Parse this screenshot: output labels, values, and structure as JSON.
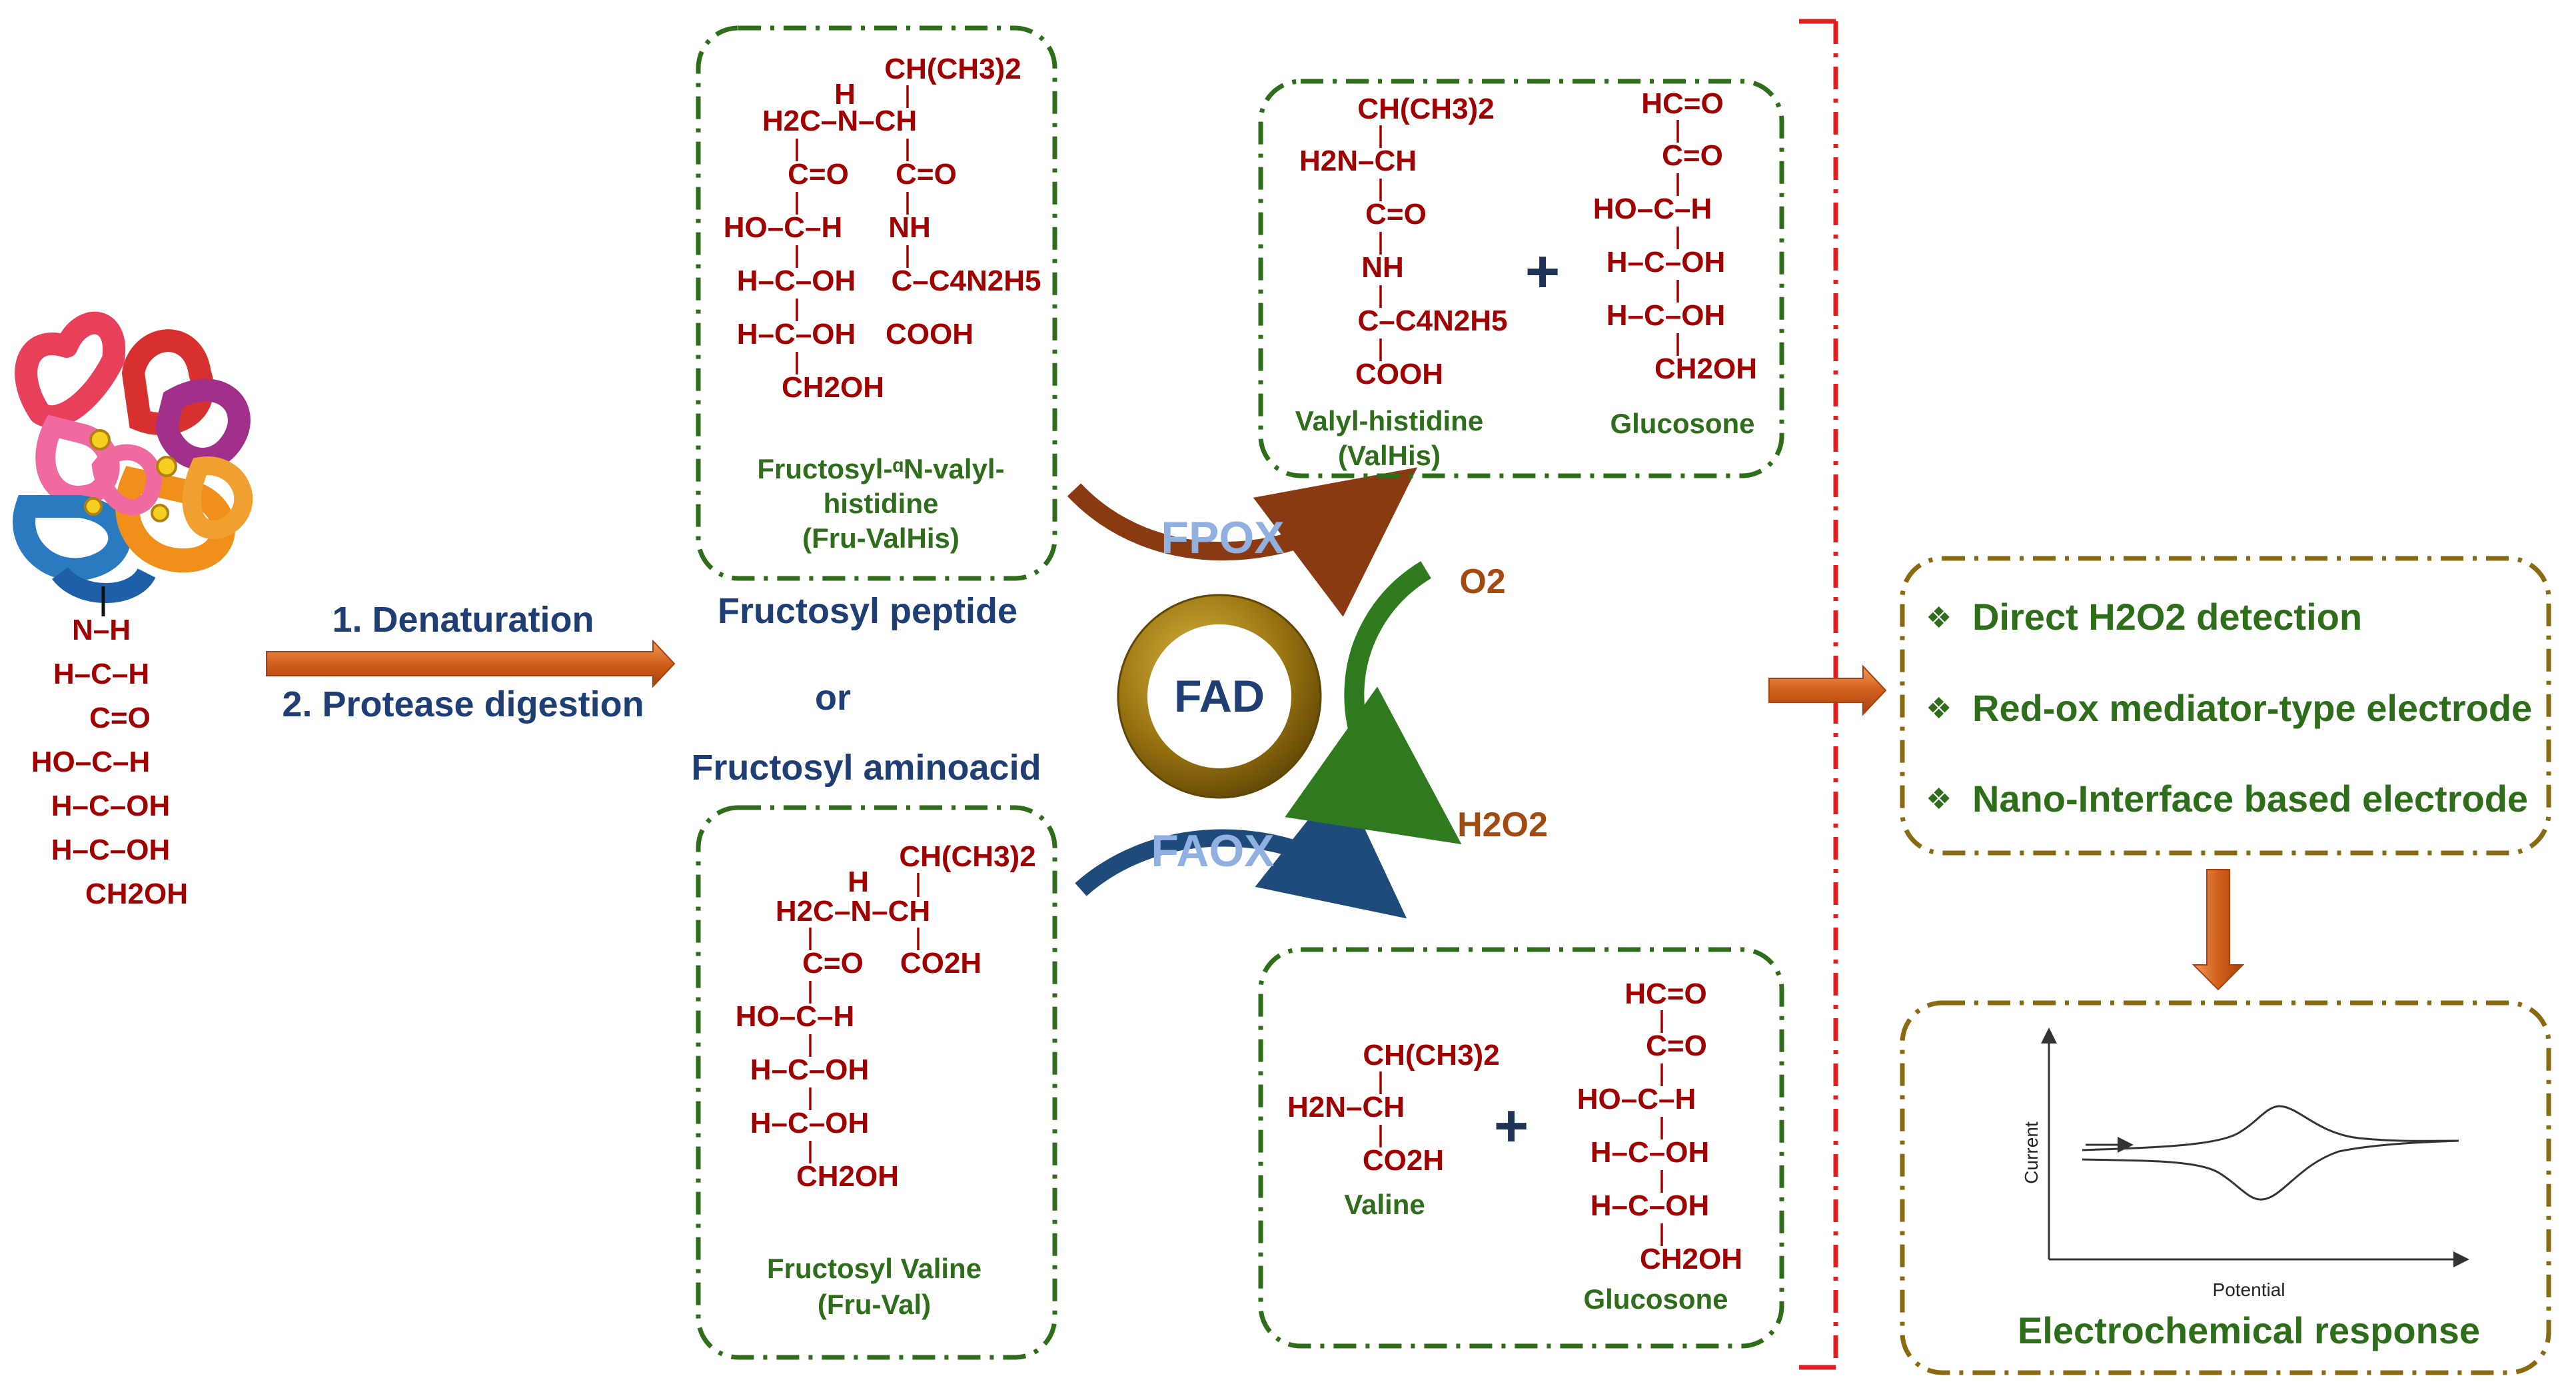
{
  "protein_chain": {
    "nh": "N–H",
    "rows": [
      "H–C–H",
      "C=O",
      "HO–C–H",
      "H–C–OH",
      "H–C–OH",
      "CH2OH"
    ]
  },
  "steps": {
    "step1": "1. Denaturation",
    "step2": "2. Protease digestion"
  },
  "substrates": {
    "peptide": "Fructosyl peptide",
    "or": "or",
    "aminoacid": "Fructosyl aminoacid"
  },
  "fru_valhis": {
    "lines": [
      "CH(CH3)2",
      "H",
      "H2C–N–CH",
      "C=O",
      "C=O",
      "HO–C–H",
      "NH",
      "H–C–OH",
      "C–C4N2H5",
      "H–C–OH",
      "COOH",
      "CH2OH"
    ],
    "caption1": "Fructosyl-ᵅN-valyl-",
    "caption2": "histidine",
    "caption3": "(Fru-ValHis)"
  },
  "fru_val": {
    "lines": [
      "H",
      "CH(CH3)2",
      "H2C–N–CH",
      "C=O",
      "CO2H",
      "HO–C–H",
      "H–C–OH",
      "H–C–OH",
      "CH2OH"
    ],
    "caption1": "Fructosyl Valine",
    "caption2": "(Fru-Val)"
  },
  "enzymes": {
    "fpox": "FPOX",
    "faox": "FAOX",
    "cofactor": "FAD"
  },
  "gases": {
    "o2": "O2",
    "h2o2": "H2O2"
  },
  "product_top": {
    "valhis_lines": [
      "CH(CH3)2",
      "H2N–CH",
      "C=O",
      "NH",
      "C–C4N2H5",
      "COOH"
    ],
    "valhis_caption1": "Valyl-histidine",
    "valhis_caption2": "(ValHis)",
    "plus": "+",
    "glucosone_lines": [
      "HC=O",
      "C=O",
      "HO–C–H",
      "H–C–OH",
      "H–C–OH",
      "CH2OH"
    ],
    "glucosone_caption": "Glucosone"
  },
  "product_bottom": {
    "valine_lines": [
      "CH(CH3)2",
      "H2N–CH",
      "CO2H"
    ],
    "valine_caption": "Valine",
    "plus": "+",
    "glucosone_lines": [
      "HC=O",
      "C=O",
      "HO–C–H",
      "H–C–OH",
      "H–C–OH",
      "CH2OH"
    ],
    "glucosone_caption": "Glucosone"
  },
  "detection": {
    "bullet": "❖",
    "items": [
      "Direct H2O2 detection",
      "Red-ox mediator-type electrode",
      "Nano-Interface based electrode"
    ]
  },
  "graph": {
    "ylabel": "Current",
    "xlabel": "Potential",
    "caption": "Electrochemical response"
  },
  "colors": {
    "chem": "#a00000",
    "caption_green": "#2e6d1a",
    "navy": "#1f3f74",
    "box_green": "#2e6d1a",
    "box_olive": "#8a6a10",
    "arrow_orange": "#c8561a",
    "red_bracket": "#e02020",
    "fad_ring": "#9a7410",
    "enzyme_blue": "#8fb0e0"
  }
}
